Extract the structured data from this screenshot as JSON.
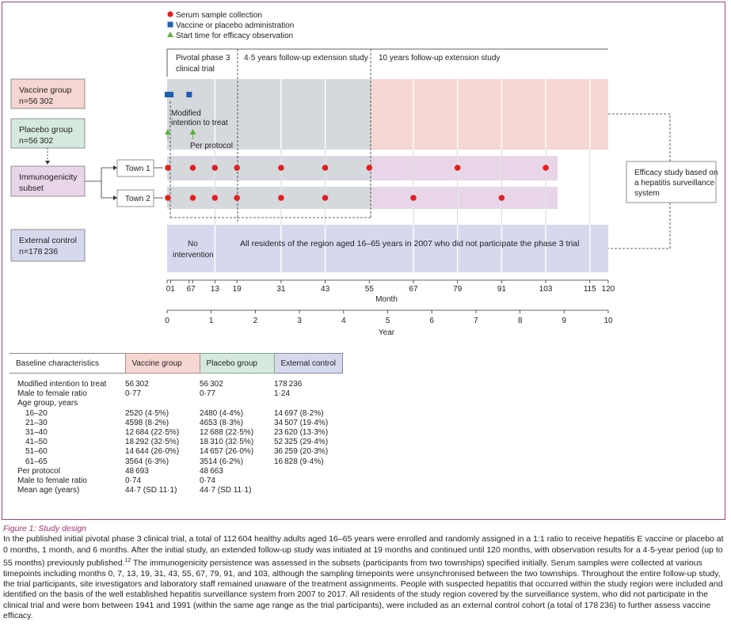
{
  "legend": [
    {
      "label": "Serum sample collection",
      "icon": "red-circle-icon",
      "color": "#e02020"
    },
    {
      "label": "Vaccine or placebo administration",
      "icon": "blue-square-icon",
      "color": "#1f5fb0"
    },
    {
      "label": "Start time for efficacy observation",
      "icon": "green-triangle-icon",
      "color": "#5fae44"
    }
  ],
  "phases": {
    "pivotal_line1": "Pivotal phase 3",
    "pivotal_line2": "clinical trial",
    "extension_45": "4·5 years follow-up extension study",
    "extension_10": "10 years follow-up extension study"
  },
  "groups": {
    "vaccine": {
      "name": "Vaccine group",
      "n": "n=56 302",
      "color": "#f6d6d2"
    },
    "placebo": {
      "name": "Placebo group",
      "n": "n=56 302",
      "color": "#d6e9de"
    },
    "immuno_line1": "Immunogenicity",
    "immuno_line2": "subset",
    "immuno_color": "#e8d5e8",
    "external": {
      "name": "External control",
      "n": "n=178 236",
      "color": "#d6d9ee"
    }
  },
  "towns": [
    "Town 1",
    "Town 2"
  ],
  "annotations": {
    "mitt_line1": "Modified",
    "mitt_line2": "intention to treat",
    "per_protocol": "Per protocol",
    "no_intervention_line1": "No",
    "no_intervention_line2": "intervention",
    "external_desc": "All residents of the region aged 16–65 years in 2007 who did not participate the phase 3 trial",
    "efficacy_line1": "Efficacy study based on",
    "efficacy_line2": "a hepatitis surveillance",
    "efficacy_line3": "system"
  },
  "timeline": {
    "month_label": "Month",
    "year_label": "Year",
    "month_ticks": [
      "0",
      "1",
      "6",
      "7",
      "13",
      "19",
      "31",
      "43",
      "55",
      "67",
      "79",
      "91",
      "103",
      "115",
      "120"
    ],
    "month_tick_text": [
      {
        "text": "01",
        "m": 0.5
      },
      {
        "text": "67",
        "m": 6.5
      },
      {
        "text": "13",
        "m": 13
      },
      {
        "text": "19",
        "m": 19
      },
      {
        "text": "31",
        "m": 31
      },
      {
        "text": "43",
        "m": 43
      },
      {
        "text": "55",
        "m": 55
      },
      {
        "text": "67",
        "m": 67
      },
      {
        "text": "79",
        "m": 79
      },
      {
        "text": "91",
        "m": 91
      },
      {
        "text": "103",
        "m": 103
      },
      {
        "text": "115",
        "m": 115
      },
      {
        "text": "120",
        "m": 120
      }
    ],
    "year_ticks": [
      "0",
      "1",
      "2",
      "3",
      "4",
      "5",
      "6",
      "7",
      "8",
      "9",
      "10"
    ],
    "town1_sample_months": [
      0,
      7,
      13,
      19,
      31,
      43,
      55,
      79,
      103
    ],
    "town2_sample_months": [
      0,
      7,
      13,
      19,
      31,
      43,
      67,
      91
    ],
    "vaccination_months": [
      0,
      1,
      6
    ],
    "efficacy_start_months": [
      0,
      7
    ]
  },
  "table": {
    "headers": [
      "Baseline characteristics",
      "Vaccine group",
      "Placebo group",
      "External control"
    ],
    "rows": [
      {
        "label": "Modified intention to treat",
        "indent": false,
        "v": "56 302",
        "p": "56 302",
        "e": "178 236"
      },
      {
        "label": "Male to female ratio",
        "indent": false,
        "v": "0·77",
        "p": "0·77",
        "e": "1·24"
      },
      {
        "label": "Age group, years",
        "indent": false,
        "v": "",
        "p": "",
        "e": ""
      },
      {
        "label": "16–20",
        "indent": true,
        "v": "2520 (4·5%)",
        "p": "2480 (4·4%)",
        "e": "14 697 (8·2%)"
      },
      {
        "label": "21–30",
        "indent": true,
        "v": "4598 (8·2%)",
        "p": "4653 (8·3%)",
        "e": "34 507 (19·4%)"
      },
      {
        "label": "31–40",
        "indent": true,
        "v": "12 684 (22·5%)",
        "p": "12 688 (22·5%)",
        "e": "23 620 (13·3%)"
      },
      {
        "label": "41–50",
        "indent": true,
        "v": "18 292 (32·5%)",
        "p": "18 310 (32·5%)",
        "e": "52 325 (29·4%)"
      },
      {
        "label": "51–60",
        "indent": true,
        "v": "14 644 (26·0%)",
        "p": "14 657 (26·0%)",
        "e": "36 259 (20·3%)"
      },
      {
        "label": "61–65",
        "indent": true,
        "v": "3564 (6·3%)",
        "p": "3514 (6·2%)",
        "e": "16 828 (9·4%)"
      },
      {
        "label": "Per protocol",
        "indent": false,
        "v": "48 693",
        "p": "48 663",
        "e": ""
      },
      {
        "label": "Male to female ratio",
        "indent": false,
        "v": "0·74",
        "p": "0·74",
        "e": ""
      },
      {
        "label": "Mean age (years)",
        "indent": false,
        "v": "44·7 (SD 11·1)",
        "p": "44·7 (SD 11·1)",
        "e": ""
      }
    ]
  },
  "caption": {
    "title": "Figure 1: Study design",
    "text": "In the published initial pivotal phase 3 clinical trial, a total of 112 604 healthy adults aged 16–65 years were enrolled and randomly assigned in a 1:1 ratio to receive hepatitis E vaccine or placebo at 0 months, 1 month, and 6 months. After the initial study, an extended follow-up study was initiated at 19 months and continued until 120 months, with observation results for a 4·5-year period (up to 55 months) previously published.",
    "ref": "12",
    "text2": " The immunogenicity persistence was assessed in the subsets (participants from two townships) specified initially. Serum samples were collected at various timepoints including months 0, 7, 13, 19, 31, 43, 55, 67, 79, 91, and 103, although the sampling timepoints were unsynchronised between the two townships. Throughout the entire follow-up study, the trial participants, site investigators and laboratory staff remained unaware of the treatment assignments. People with suspected hepatitis that occurred within the study region were included and identified on the basis of the well established hepatitis surveillance system from 2007 to 2017. All residents of the study region covered by the surveillance system, who did not participate in the clinical trial and were born between 1941 and 1991 (within the same age range as the trial participants), were included as an external control cohort (a total of 178 236) to further assess vaccine efficacy."
  }
}
